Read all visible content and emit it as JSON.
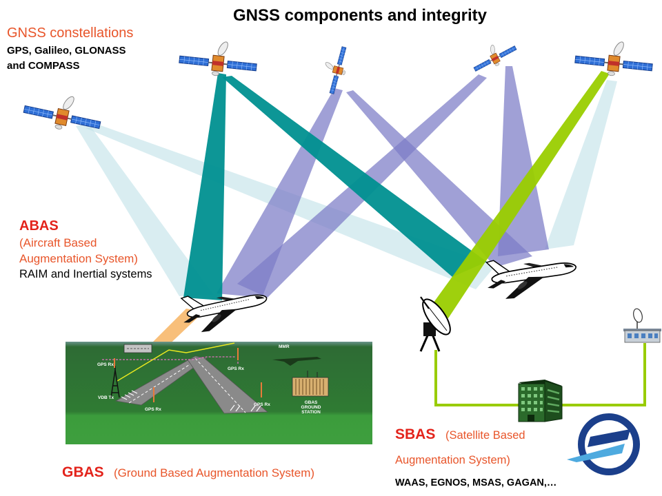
{
  "title": "GNSS components and integrity",
  "constellations": {
    "heading": "GNSS constellations",
    "systems_line1": "GPS, Galileo, GLONASS",
    "systems_line2": "and COMPASS"
  },
  "abas": {
    "acronym": "ABAS",
    "expansion_line1": "(Aircraft Based",
    "expansion_line2": "Augmentation System)",
    "description": "RAIM and Inertial systems"
  },
  "sbas": {
    "acronym": "SBAS",
    "expansion_line1": "(Satellite Based",
    "expansion_line2": "Augmentation System)",
    "systems": "WAAS, EGNOS, MSAS, GAGAN,…"
  },
  "gbas": {
    "acronym": "GBAS",
    "expansion": "(Ground Based Augmentation System)",
    "inset": {
      "gps_rx_labels": [
        "GPS Rx",
        "GPS Rx",
        "GPS Rx",
        "GPS Rx"
      ],
      "vdb_label": "VDB Tx",
      "mmr_label": "MMR",
      "station_label": [
        "GBAS",
        "GROUND",
        "STATION"
      ]
    }
  },
  "colors": {
    "acronym_red": "#e3231b",
    "label_orange": "#e8552a",
    "beam_light": "#c2e2e9",
    "beam_teal": "#009090",
    "beam_purple": "#7b7bc6",
    "beam_green": "#9acd00",
    "beam_orange": "#f7b463",
    "sbas_link_green": "#99cc00",
    "logo_blue": "#1b3f8b",
    "logo_light_blue": "#4eaadf"
  },
  "icons": {
    "satellite": "satellite-icon",
    "aircraft": "airplane-icon",
    "uplink": "satellite-dish-icon",
    "control_centre": "office-building-icon",
    "reference_station": "ground-station-icon",
    "logo": "logo-icon"
  }
}
